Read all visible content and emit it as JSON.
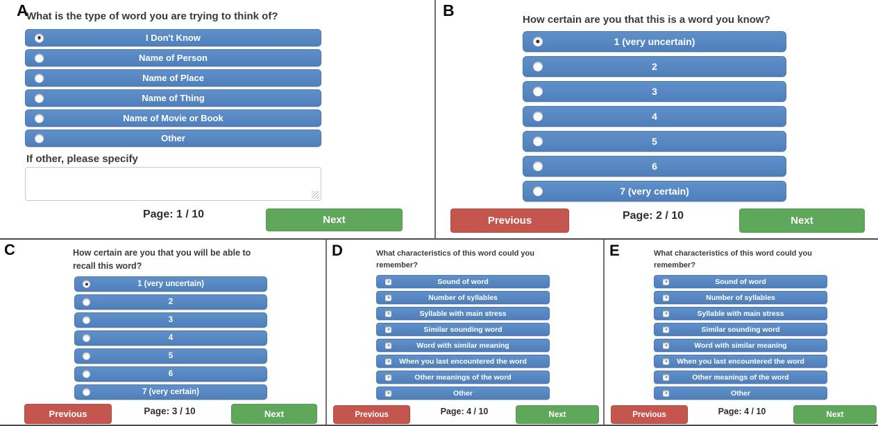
{
  "colors": {
    "option_bar_blue": "#5787c2",
    "next_button_green": "#5fa75a",
    "previous_button_red": "#c4564e"
  },
  "panels": [
    {
      "letter": "A",
      "question": "What is the type of word you are trying to think of?",
      "input_type": "radio",
      "options": [
        "I Don't Know",
        "Name of Person",
        "Name of Place",
        "Name of Thing",
        "Name of Movie or Book",
        "Other"
      ],
      "selected_index": 0,
      "other_label": "If other, please specify",
      "textarea_value": "",
      "page_label": "Page: 1 / 10",
      "next_label": "Next"
    },
    {
      "letter": "B",
      "question": "How certain are you that this is a word you know?",
      "input_type": "radio",
      "options": [
        "1 (very uncertain)",
        "2",
        "3",
        "4",
        "5",
        "6",
        "7 (very certain)"
      ],
      "selected_index": 0,
      "prev_label": "Previous",
      "page_label": "Page: 2 / 10",
      "next_label": "Next"
    },
    {
      "letter": "C",
      "question": "How certain are you that you will be able to recall this word?",
      "input_type": "radio",
      "options": [
        "1 (very uncertain)",
        "2",
        "3",
        "4",
        "5",
        "6",
        "7 (very certain)"
      ],
      "selected_index": 0,
      "prev_label": "Previous",
      "page_label": "Page: 3 / 10",
      "next_label": "Next"
    },
    {
      "letter": "D",
      "question": "What characteristics of this word could you remember?",
      "input_type": "checkbox",
      "options": [
        "Sound of word",
        "Number of syllables",
        "Syllable with main stress",
        "Similar sounding word",
        "Word with similar meaning",
        "When you last encountered the word",
        "Other meanings of the word",
        "Other"
      ],
      "selected_index": -1,
      "prev_label": "Previous",
      "page_label": "Page: 4 / 10",
      "next_label": "Next"
    },
    {
      "letter": "E",
      "question": "What characteristics of this word could you remember?",
      "input_type": "checkbox",
      "options": [
        "Sound of word",
        "Number of syllables",
        "Syllable with main stress",
        "Similar sounding word",
        "Word with similar meaning",
        "When you last encountered the word",
        "Other meanings of the word",
        "Other"
      ],
      "selected_index": -1,
      "prev_label": "Previous",
      "page_label": "Page: 4 / 10",
      "next_label": "Next"
    }
  ]
}
